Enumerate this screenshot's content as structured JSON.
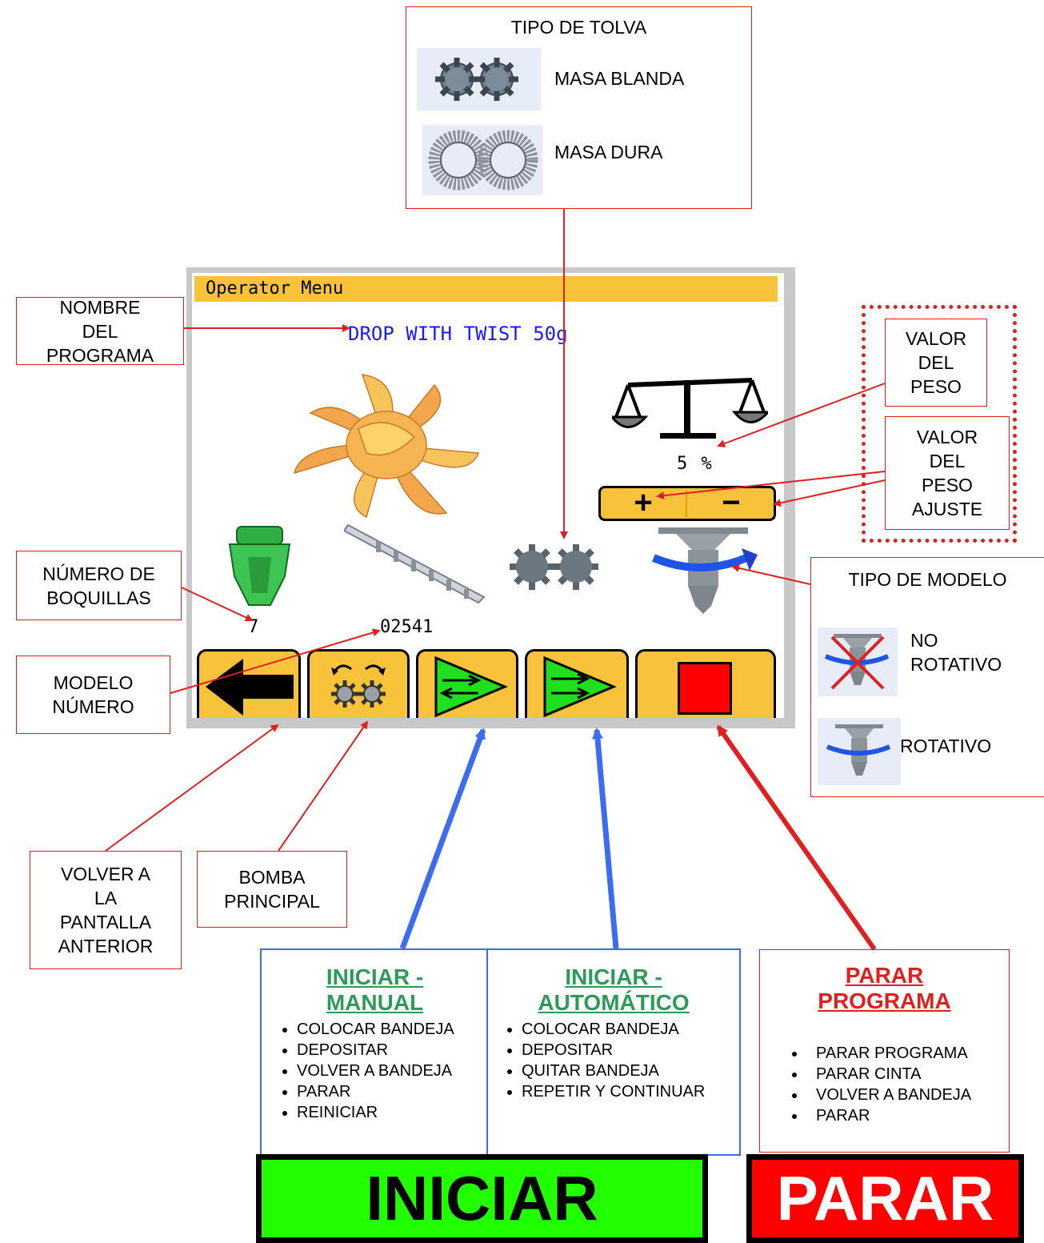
{
  "hopper_box": {
    "title": "TIPO DE TOLVA",
    "options": [
      {
        "label": "MASA BLANDA"
      },
      {
        "label": "MASA DURA"
      }
    ]
  },
  "hmi": {
    "title": "Operator Menu",
    "program_name": "DROP WITH TWIST 50g",
    "weight_value": "5 %",
    "adjust_plus": "+",
    "adjust_minus": "−",
    "nozzles": "7",
    "model_number": "02541"
  },
  "callouts": {
    "program_name": "NOMBRE DEL PROGRAMA",
    "nozzle_count": "NÚMERO DE BOQUILLAS",
    "model_number": "MODELO NÚMERO",
    "weight_value": "VALOR DEL PESO",
    "weight_adjust": "VALOR DEL PESO AJUSTE",
    "back": "VOLVER A LA PANTALLA ANTERIOR",
    "main_pump": "BOMBA PRINCIPAL"
  },
  "model_type": {
    "title": "TIPO DE MODELO",
    "non_rotary": "NO ROTATIVO",
    "rotary": "ROTATIVO"
  },
  "panels": {
    "manual": {
      "title": "INICIAR - MANUAL",
      "items": [
        "COLOCAR BANDEJA",
        "DEPOSITAR",
        "VOLVER A BANDEJA",
        "PARAR",
        "REINICIAR"
      ]
    },
    "auto": {
      "title": "INICIAR - AUTOMÁTICO",
      "items": [
        "COLOCAR BANDEJA",
        "DEPOSITAR",
        "QUITAR BANDEJA",
        "REPETIR Y CONTINUAR"
      ]
    },
    "stop": {
      "title": "PARAR PROGRAMA",
      "items": [
        "PARAR PROGRAMA",
        "PARAR CINTA",
        "VOLVER A BANDEJA",
        "PARAR"
      ]
    }
  },
  "buttons": {
    "start": "INICIAR",
    "stop": "PARAR"
  },
  "colors": {
    "callout_red": "#e02020",
    "start_blue": "#3c6df0",
    "hmi_yellow": "#f8c23b",
    "title_green": "#2e9a5a",
    "start_green": "#22ff00",
    "stop_red": "#ff0000"
  }
}
